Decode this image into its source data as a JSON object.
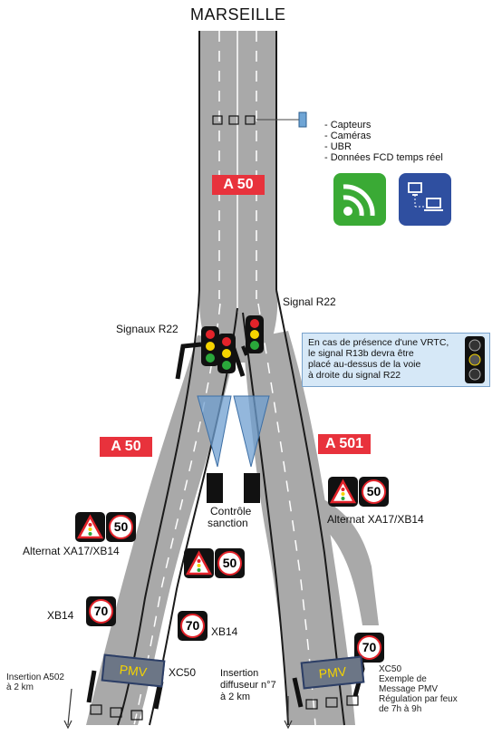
{
  "title": "MARSEILLE",
  "sensors": {
    "items": [
      "- Capteurs",
      "- Caméras",
      "- UBR",
      "- Données FCD temps réel"
    ]
  },
  "roads": {
    "main": "A 50",
    "left": "A 50",
    "right": "A 501"
  },
  "labels": {
    "signal_r22": "Signal R22",
    "signaux_r22": "Signaux R22",
    "controle": "Contrôle",
    "sanction": "sanction",
    "alternat_right": "Alternat XA17/XB14",
    "alternat_left": "Alternat XA17/XB14",
    "xb14_left": "XB14",
    "xb14_mid": "XB14",
    "xc50_left": "XC50",
    "insertion_left": [
      "Insertion A502",
      "à 2 km"
    ],
    "insertion_mid": [
      "Insertion",
      "diffuseur n°7",
      "à 2 km"
    ],
    "xc50_right": [
      "XC50",
      "Exemple de",
      "Message PMV",
      "Régulation par feux",
      "de 7h à 9h"
    ]
  },
  "note": {
    "lines": [
      "En cas de présence d'une VRTC,",
      "le signal R13b devra être",
      "placé au-dessus de la voie",
      "à droite du signal R22"
    ]
  },
  "pmv": {
    "left": "PMV",
    "right": "PMV"
  },
  "speed_signs": {
    "alt_right": "50",
    "alt_left": "50",
    "mid_alt": "50",
    "xb14_left": "70",
    "xb14_mid": "70",
    "xc50_right": "70"
  },
  "colors": {
    "road": "#a9a9a9",
    "road_edge": "#1a1a1a",
    "road_name": "#e8323c",
    "wifi_icon_bg": "#3aaa35",
    "network_icon_bg": "#2f4fa0",
    "camera_beam": "#6f9fd0",
    "note_bg": "#d6e8f7"
  }
}
